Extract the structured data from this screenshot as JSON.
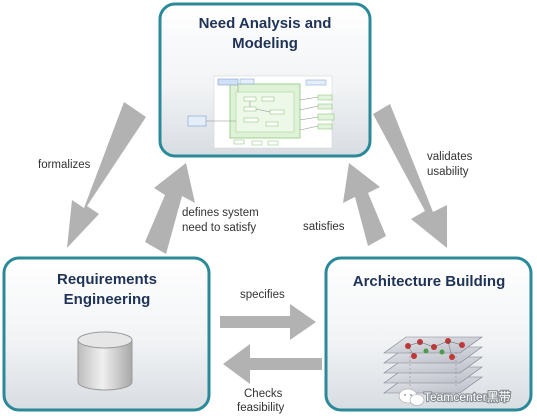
{
  "boxes": {
    "need_analysis": {
      "title_line1": "Need Analysis and",
      "title_line2": "Modeling"
    },
    "requirements": {
      "title_line1": "Requirements",
      "title_line2": "Engineering"
    },
    "architecture": {
      "title": "Architecture Building"
    }
  },
  "edges": {
    "formalizes": "formalizes",
    "defines_line1": "defines system",
    "defines_line2": "need to satisfy",
    "satisfies": "satisfies",
    "validates_line1": "validates",
    "validates_line2": "usability",
    "specifies": "specifies",
    "checks_line1": "Checks",
    "checks_line2": "feasibility"
  },
  "watermark": {
    "text": "Teamcenter黑带"
  },
  "colors": {
    "box_border": "#2b8a99",
    "box_fill_top": "#ffffff",
    "box_fill_bottom": "#d8dde2",
    "arrow": "#b2b2b2",
    "title": "#1f3357"
  }
}
